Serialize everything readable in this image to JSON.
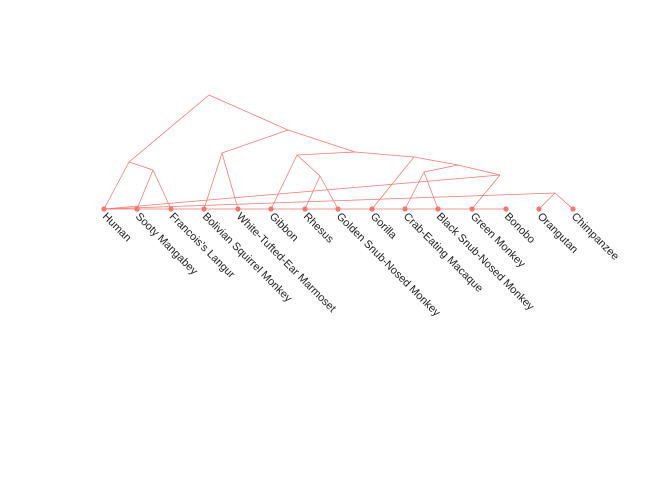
{
  "colors": {
    "edge": "#f8766d",
    "leaf": "#f8766d",
    "label": "#222222",
    "background": "#ffffff"
  },
  "leaves": [
    "Human",
    "Sooty Mangabey",
    "Francois's Langur",
    "Bolivian Squirrel Monkey",
    "White-Tufted-Ear Marmoset",
    "Gibbon",
    "Rhesus",
    "Golden Snub-Nosed Monkey",
    "Gorilla",
    "Crab-Eating Macaque",
    "Black Snub-Nosed Monkey",
    "Green Monkey",
    "Bonobo",
    "Orangutan",
    "Chimpanzee"
  ]
}
